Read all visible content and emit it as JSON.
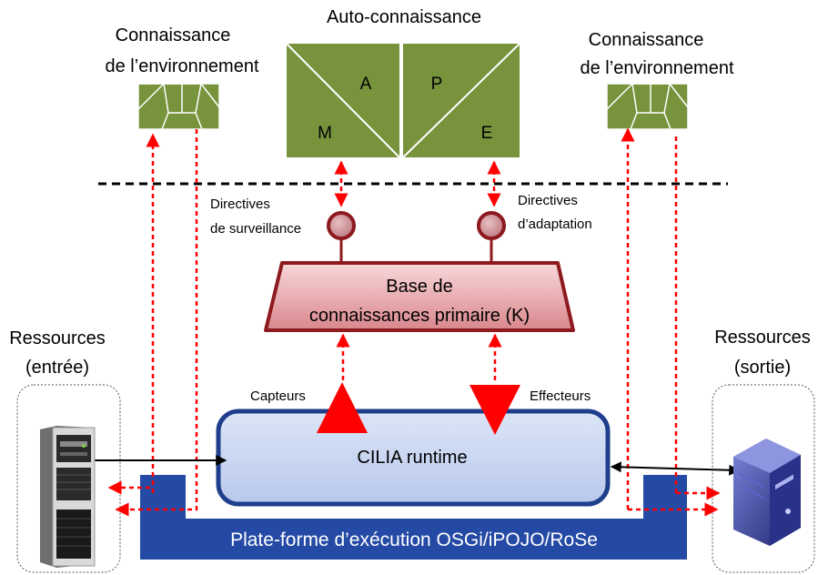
{
  "diagram": {
    "titles": {
      "auto": "Auto-connaissance",
      "env_left_line1": "Connaissance",
      "env_left_line2": "de l’environnement",
      "env_right_line1": "Connaissance",
      "env_right_line2": "de l’environnement"
    },
    "mape": {
      "m": "M",
      "a": "A",
      "p": "P",
      "e": "E"
    },
    "directives": {
      "surveillance_line1": "Directives",
      "surveillance_line2": "de surveillance",
      "adaptation_line1": "Directives",
      "adaptation_line2": "d’adaptation"
    },
    "knowledge_base": {
      "line1": "Base de",
      "line2": "connaissances  primaire (K)"
    },
    "resources": {
      "left_line1": "Ressources",
      "left_line2": "(entrée)",
      "right_line1": "Ressources",
      "right_line2": "(sortie)"
    },
    "runtime": {
      "label": "CILIA runtime",
      "sensors": "Capteurs",
      "effectors": "Effecteurs"
    },
    "platform": {
      "label": "Plate-forme d’exécution OSGi/iPOJO/RoSe"
    },
    "colors": {
      "green": "#77933C",
      "red": "#FF0000",
      "blue": "#254AA5",
      "runtime_fill": "#C6D4F0",
      "runtime_border": "#1F3E8C",
      "kb_fill": "#E8A8AC",
      "kb_border": "#8C1A1F",
      "dark_red": "#8C1A1F"
    }
  }
}
